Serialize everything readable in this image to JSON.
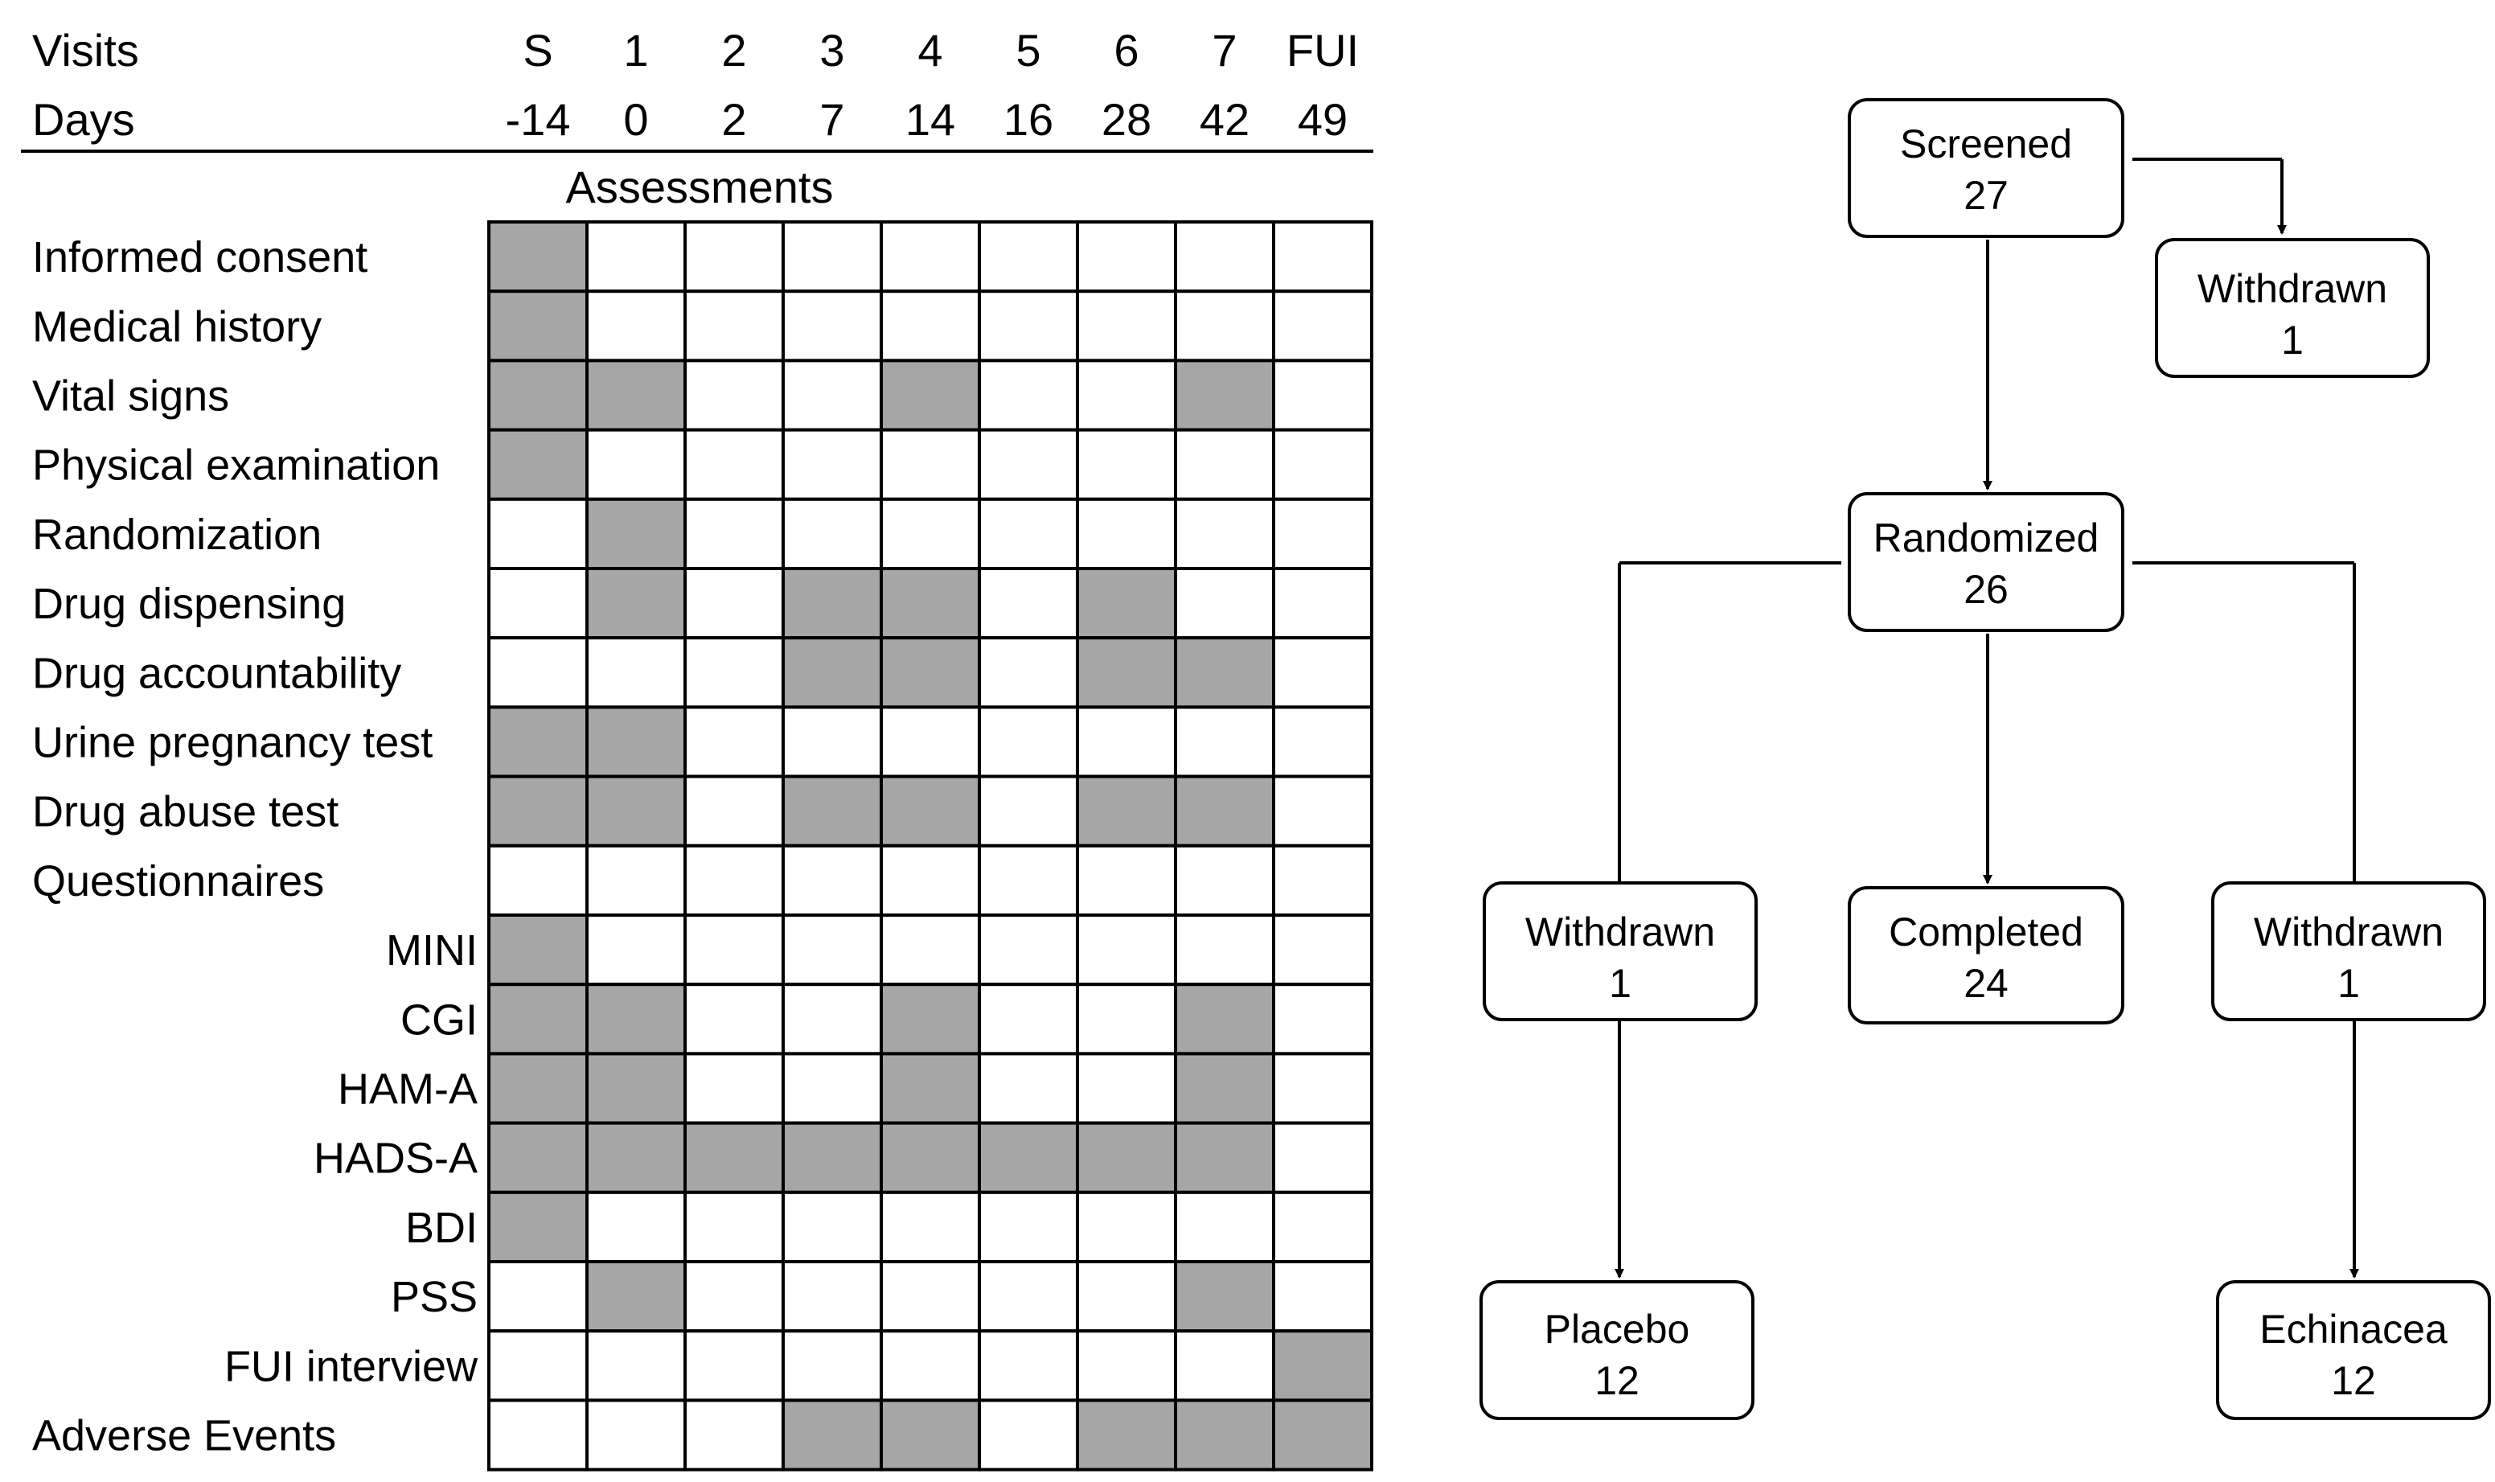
{
  "schedule": {
    "visits_label": "Visits",
    "days_label": "Days",
    "visits": [
      "S",
      "1",
      "2",
      "3",
      "4",
      "5",
      "6",
      "7",
      "FUI"
    ],
    "days": [
      "-14",
      "0",
      "2",
      "7",
      "14",
      "16",
      "28",
      "42",
      "49"
    ],
    "assessments_title": "Assessments",
    "rows": [
      {
        "label": "Informed consent",
        "indent": false,
        "cells": [
          1,
          0,
          0,
          0,
          0,
          0,
          0,
          0,
          0
        ]
      },
      {
        "label": "Medical history",
        "indent": false,
        "cells": [
          1,
          0,
          0,
          0,
          0,
          0,
          0,
          0,
          0
        ]
      },
      {
        "label": "Vital signs",
        "indent": false,
        "cells": [
          1,
          1,
          0,
          0,
          1,
          0,
          0,
          1,
          0
        ]
      },
      {
        "label": "Physical examination",
        "indent": false,
        "cells": [
          1,
          0,
          0,
          0,
          0,
          0,
          0,
          0,
          0
        ]
      },
      {
        "label": "Randomization",
        "indent": false,
        "cells": [
          0,
          1,
          0,
          0,
          0,
          0,
          0,
          0,
          0
        ]
      },
      {
        "label": "Drug dispensing",
        "indent": false,
        "cells": [
          0,
          1,
          0,
          1,
          1,
          0,
          1,
          0,
          0
        ]
      },
      {
        "label": "Drug accountability",
        "indent": false,
        "cells": [
          0,
          0,
          0,
          1,
          1,
          0,
          1,
          1,
          0
        ]
      },
      {
        "label": "Urine pregnancy test",
        "indent": false,
        "cells": [
          1,
          1,
          0,
          0,
          0,
          0,
          0,
          0,
          0
        ]
      },
      {
        "label": "Drug abuse test",
        "indent": false,
        "cells": [
          1,
          1,
          0,
          1,
          1,
          0,
          1,
          1,
          0
        ]
      },
      {
        "label": "Questionnaires",
        "indent": false,
        "cells": [
          0,
          0,
          0,
          0,
          0,
          0,
          0,
          0,
          0
        ]
      },
      {
        "label": "MINI",
        "indent": true,
        "cells": [
          1,
          0,
          0,
          0,
          0,
          0,
          0,
          0,
          0
        ]
      },
      {
        "label": "CGI",
        "indent": true,
        "cells": [
          1,
          1,
          0,
          0,
          1,
          0,
          0,
          1,
          0
        ]
      },
      {
        "label": "HAM-A",
        "indent": true,
        "cells": [
          1,
          1,
          0,
          0,
          1,
          0,
          0,
          1,
          0
        ]
      },
      {
        "label": "HADS-A",
        "indent": true,
        "cells": [
          1,
          1,
          1,
          1,
          1,
          1,
          1,
          1,
          0
        ]
      },
      {
        "label": "BDI",
        "indent": true,
        "cells": [
          1,
          0,
          0,
          0,
          0,
          0,
          0,
          0,
          0
        ]
      },
      {
        "label": "PSS",
        "indent": true,
        "cells": [
          0,
          1,
          0,
          0,
          0,
          0,
          0,
          1,
          0
        ]
      },
      {
        "label": "FUI interview",
        "indent": true,
        "cells": [
          0,
          0,
          0,
          0,
          0,
          0,
          0,
          0,
          1
        ]
      },
      {
        "label": "Adverse Events",
        "indent": false,
        "cells": [
          0,
          0,
          0,
          1,
          1,
          0,
          1,
          1,
          1
        ]
      }
    ]
  },
  "flowchart": {
    "screened": {
      "label": "Screened",
      "count": "27"
    },
    "withdrawn_top": {
      "label": "Withdrawn",
      "count": "1"
    },
    "randomized": {
      "label": "Randomized",
      "count": "26"
    },
    "withdrawn_left": {
      "label": "Withdrawn",
      "count": "1"
    },
    "completed": {
      "label": "Completed",
      "count": "24"
    },
    "withdrawn_right": {
      "label": "Withdrawn",
      "count": "1"
    },
    "placebo": {
      "label": "Placebo",
      "count": "12"
    },
    "echinacea": {
      "label": "Echinacea",
      "count": "12"
    }
  },
  "colors": {
    "filled": "#a6a6a6",
    "empty": "#ffffff",
    "line": "#000000"
  }
}
